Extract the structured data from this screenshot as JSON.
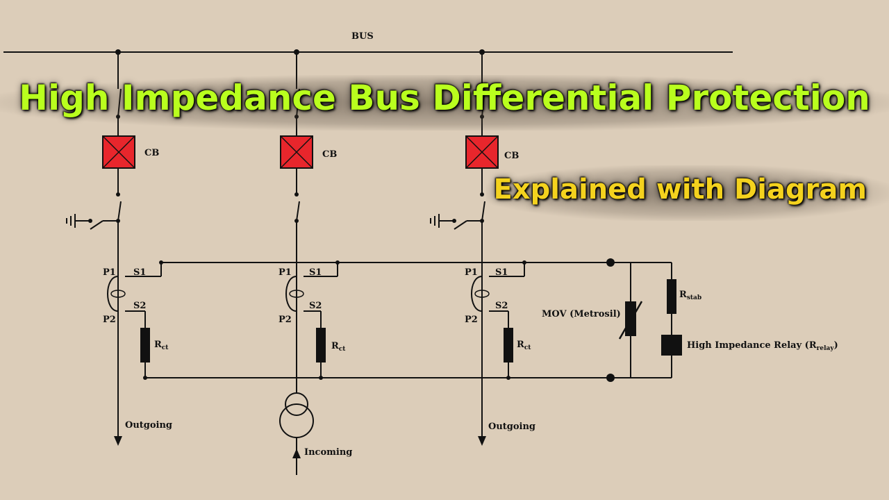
{
  "title": "High Impedance Bus Differential Protection",
  "subtitle": "Explained with Diagram",
  "labels": {
    "bus": "BUS",
    "cb": "CB",
    "p1": "P1",
    "p2": "P2",
    "s1": "S1",
    "s2": "S2",
    "rct_main": "R",
    "rct_sub": "ct",
    "rstab_main": "R",
    "rstab_sub": "stab",
    "mov": "MOV (Metrosil)",
    "relay_main": "High Impedance  Relay (R",
    "relay_sub": "relay",
    "relay_end": ")",
    "outgoing": "Outgoing",
    "incoming": "Incoming"
  },
  "colors": {
    "background": "#dccdb9",
    "breaker_fill": "#e8262c",
    "title": "#b9ff1e",
    "subtitle": "#f4d21e"
  }
}
